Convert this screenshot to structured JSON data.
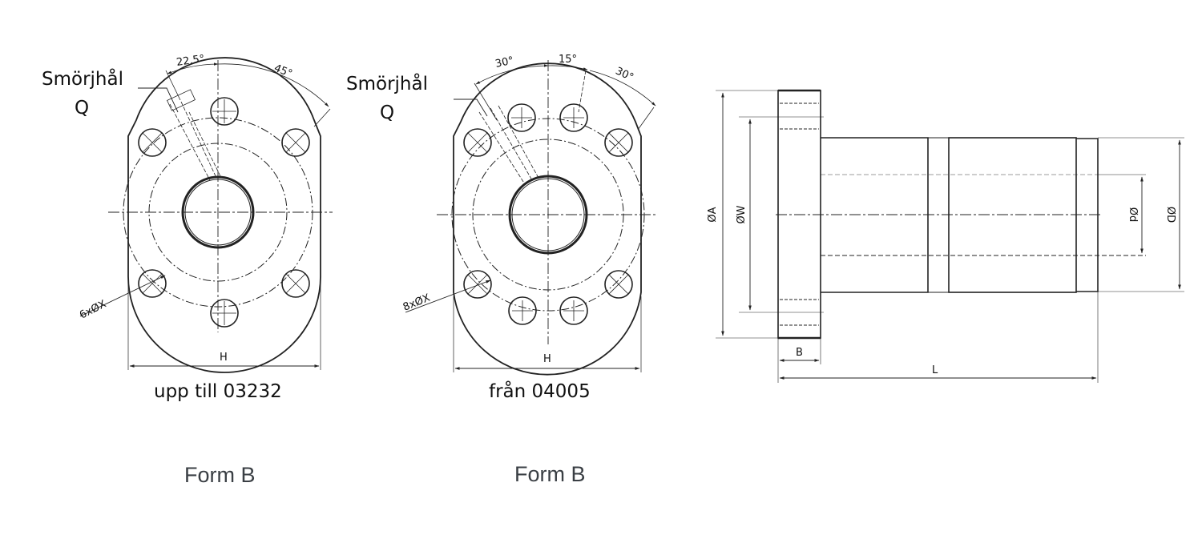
{
  "drawings": {
    "left": {
      "lubrication_label": "Smörjhål",
      "lubrication_letter": "Q",
      "angle_1": "22.5°",
      "angle_2": "45°",
      "hole_callout": "6xØX",
      "width_label": "H",
      "caption": "upp till 03232",
      "form_label": "Form B"
    },
    "middle": {
      "lubrication_label": "Smörjhål",
      "lubrication_letter": "Q",
      "angle_1": "30°",
      "angle_2": "15°",
      "angle_3": "30°",
      "hole_callout": "8xØX",
      "width_label": "H",
      "caption": "från 04005",
      "form_label": "Form B"
    },
    "side": {
      "dim_A": "ØA",
      "dim_W": "ØW",
      "dim_d": "Ød",
      "dim_D": "ØD",
      "dim_B": "B",
      "dim_L": "L"
    }
  },
  "colors": {
    "line": "#222222",
    "thin": "#555555",
    "caption": "#3a3f44"
  }
}
